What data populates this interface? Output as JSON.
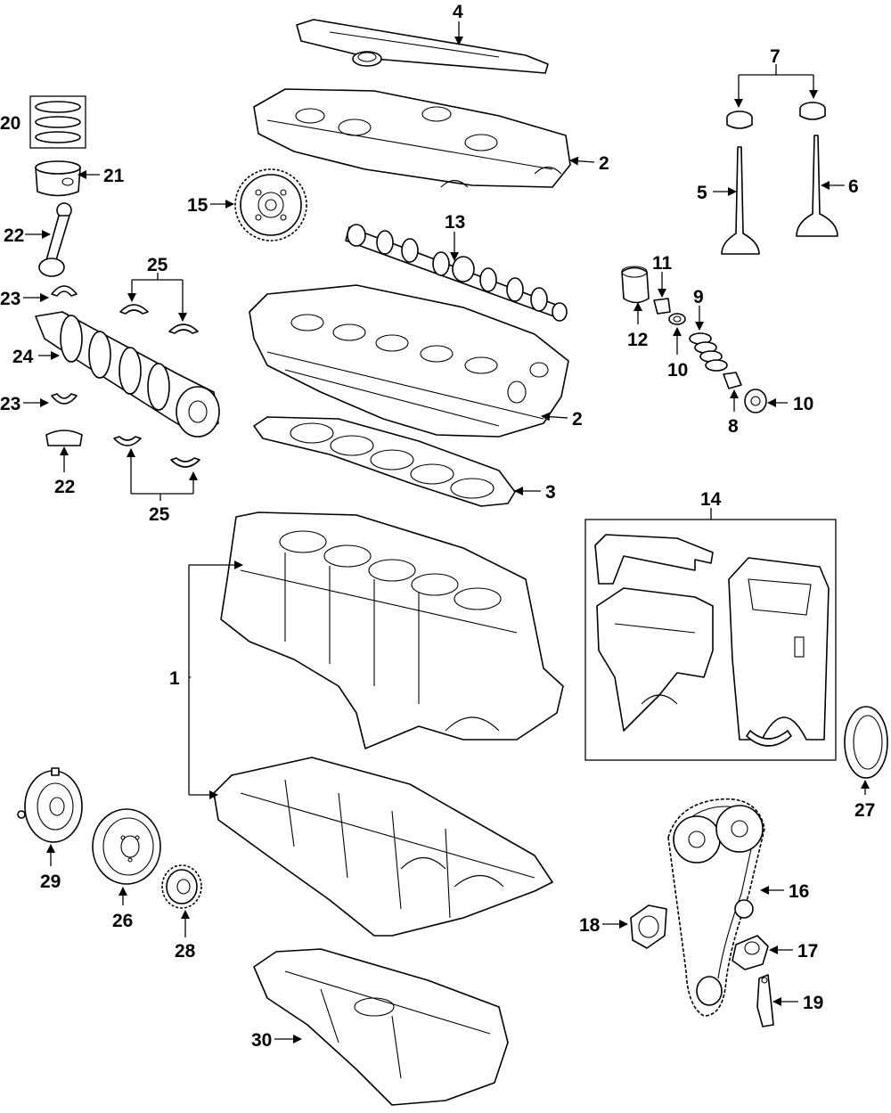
{
  "diagram": {
    "callouts": {
      "c1": "1",
      "c2a": "2",
      "c2b": "2",
      "c3": "3",
      "c4": "4",
      "c5": "5",
      "c6": "6",
      "c7": "7",
      "c8": "8",
      "c9": "9",
      "c10a": "10",
      "c10b": "10",
      "c11": "11",
      "c12": "12",
      "c13": "13",
      "c14": "14",
      "c15": "15",
      "c16": "16",
      "c17": "17",
      "c18": "18",
      "c19": "19",
      "c20": "20",
      "c21": "21",
      "c22a": "22",
      "c22b": "22",
      "c23a": "23",
      "c23b": "23",
      "c24": "24",
      "c25a": "25",
      "c25b": "25",
      "c26": "26",
      "c27": "27",
      "c28": "28",
      "c29": "29",
      "c30": "30"
    }
  }
}
